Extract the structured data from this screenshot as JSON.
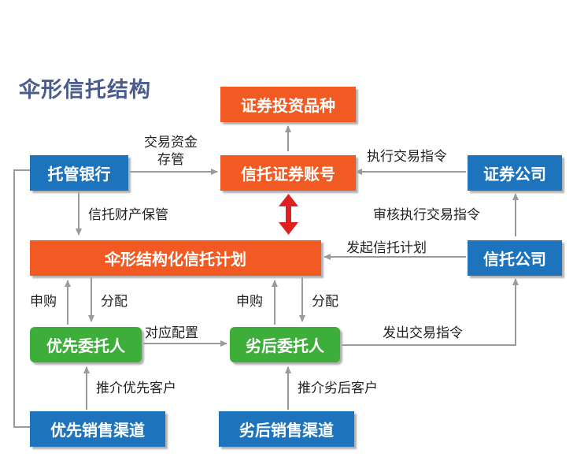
{
  "title": "伞形信托结构",
  "nodes": {
    "securities_product": "证券投资品种",
    "trust_account": "信托证券账号",
    "custodian_bank": "托管银行",
    "securities_company": "证券公司",
    "umbrella_plan": "伞形结构化信托计划",
    "trust_company": "信托公司",
    "priority_trustee": "优先委托人",
    "inferior_trustee": "劣后委托人",
    "priority_channel": "优先销售渠道",
    "inferior_channel": "劣后销售渠道"
  },
  "labels": {
    "trade_funds_line1": "交易资金",
    "trade_funds_line2": "存管",
    "execute_orders": "执行交易指令",
    "trust_custody": "信托财产保管",
    "review_orders": "审核执行交易指令",
    "initiate_plan": "发起信托计划",
    "subscribe_left": "申购",
    "distribute_left": "分配",
    "subscribe_mid": "申购",
    "distribute_mid": "分配",
    "matching": "对应配置",
    "issue_orders": "发出交易指令",
    "recommend_priority": "推介优先客户",
    "recommend_inferior": "推介劣后客户"
  },
  "colors": {
    "orange": "#f15a22",
    "blue": "#1d74bd",
    "green": "#3dae3a",
    "title": "#4a5b8c",
    "connector": "#9a9a9a",
    "double_arrow": "#e02020"
  }
}
